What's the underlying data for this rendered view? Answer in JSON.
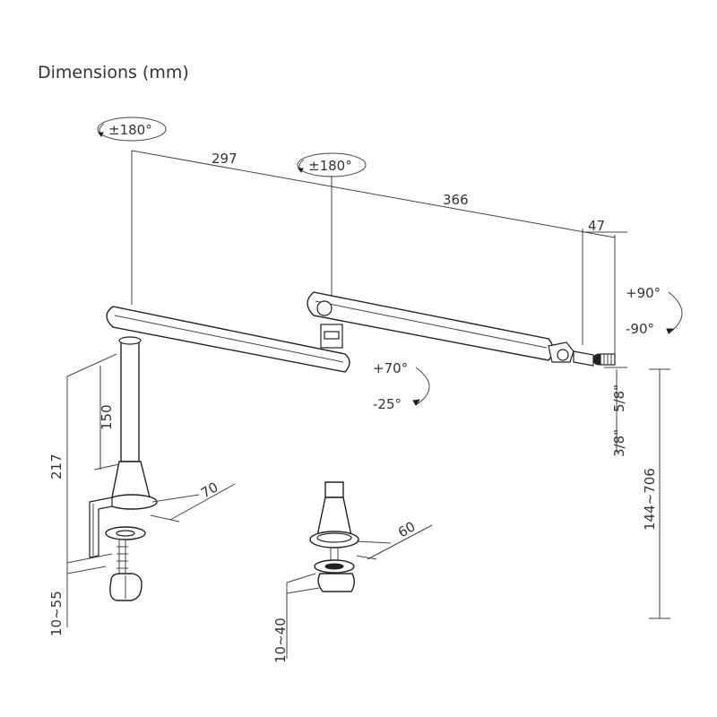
{
  "title": "Dimensions (mm)",
  "rotations": {
    "base_joint": "±180°",
    "elbow_joint": "±180°",
    "tilt_up": "+70°",
    "tilt_down": "-25°",
    "pan_up": "+90°",
    "pan_down": "-90°"
  },
  "dimensions": {
    "arm_segment_1": "297",
    "arm_segment_2": "366",
    "head_offset": "47",
    "pole_height": "150",
    "total_height": "217",
    "clamp_base_width": "70",
    "grommet_base_width": "60",
    "clamp_desk_range": "10~55",
    "grommet_desk_range": "10~40",
    "thread_large": "5/8\"",
    "thread_small": "3/8\"",
    "height_range": "144~706"
  }
}
